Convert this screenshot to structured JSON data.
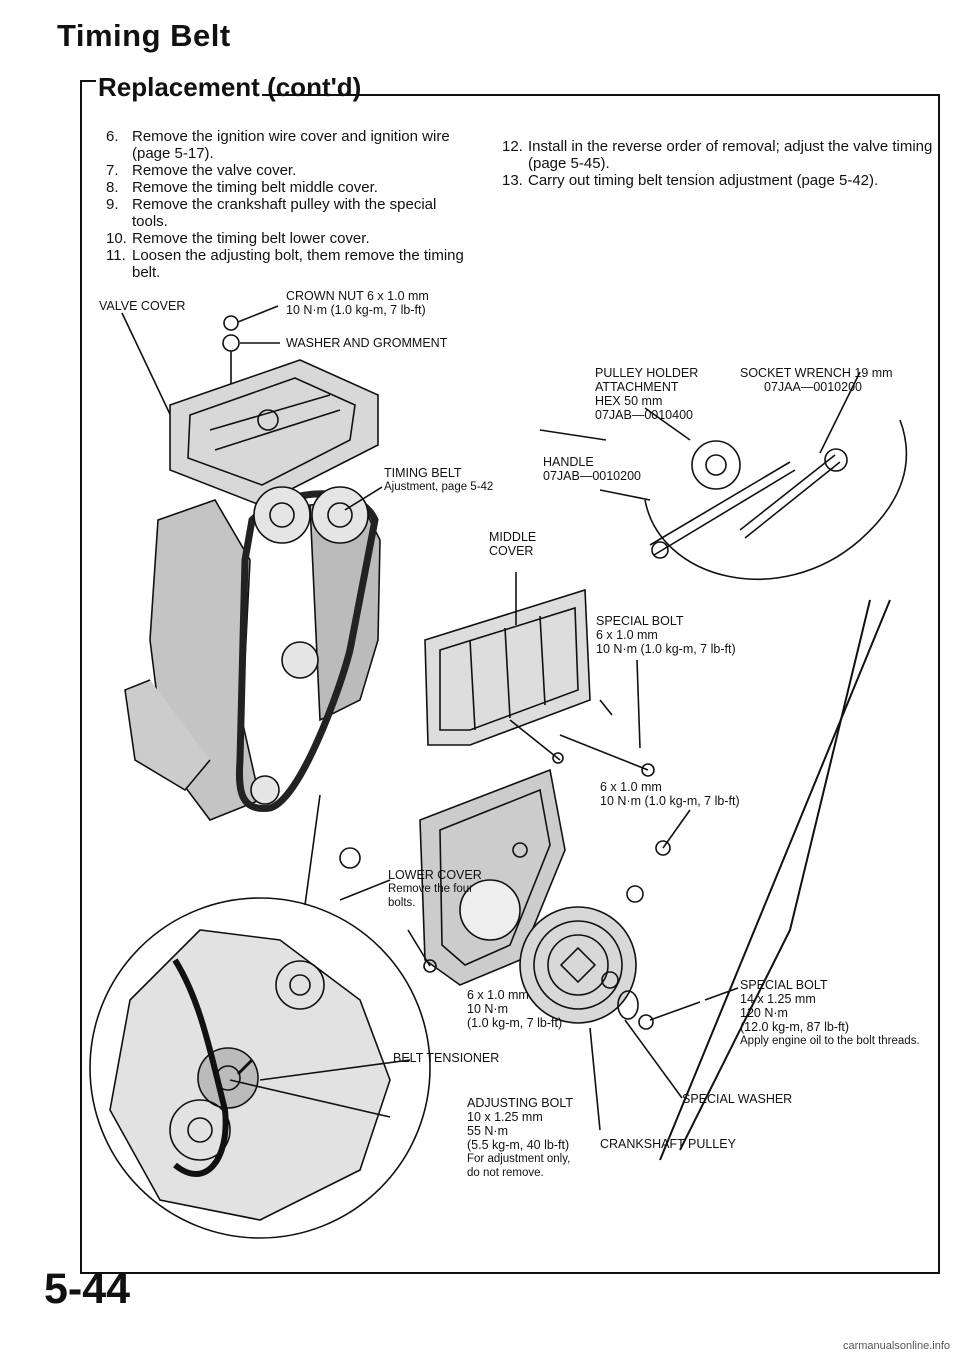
{
  "header": {
    "title": "Timing Belt",
    "subtitle": "Replacement (cont'd)"
  },
  "steps_left": [
    {
      "num": "6.",
      "text": "Remove the ignition wire cover and ignition wire (page 5-17)."
    },
    {
      "num": "7.",
      "text": "Remove the valve cover."
    },
    {
      "num": "8.",
      "text": "Remove the timing belt middle cover."
    },
    {
      "num": "9.",
      "text": "Remove the crankshaft pulley with the special tools."
    },
    {
      "num": "10.",
      "text": "Remove the timing belt lower cover."
    },
    {
      "num": "11.",
      "text": "Loosen the adjusting bolt, them remove the timing belt."
    }
  ],
  "steps_right": [
    {
      "num": "12.",
      "text": "Install in the reverse order of removal; adjust the valve timing (page 5-45)."
    },
    {
      "num": "13.",
      "text": "Carry out timing belt tension adjustment (page 5-42)."
    }
  ],
  "labels": {
    "valve_cover": "VALVE COVER",
    "crown_nut_1": "CROWN NUT 6 x 1.0 mm",
    "crown_nut_2": "10 N·m (1.0 kg-m, 7 lb-ft)",
    "washer": "WASHER AND GROMMENT",
    "pulley_holder_1": "PULLEY HOLDER",
    "pulley_holder_2": "ATTACHMENT",
    "pulley_holder_3": "HEX 50 mm",
    "pulley_holder_4": "07JAB—0010400",
    "socket_1": "SOCKET WRENCH 19 mm",
    "socket_2": "07JAA—0010200",
    "handle_1": "HANDLE",
    "handle_2": "07JAB—0010200",
    "timing_belt_1": "TIMING BELT",
    "timing_belt_2": "Ajustment, page 5-42",
    "middle_cover_1": "MIDDLE",
    "middle_cover_2": "COVER",
    "special_bolt_1_1": "SPECIAL BOLT",
    "special_bolt_1_2": "6 x 1.0 mm",
    "special_bolt_1_3": "10 N·m (1.0 kg-m, 7 lb-ft)",
    "bolt_6x1_1": "6 x 1.0 mm",
    "bolt_6x1_2": "10 N·m (1.0 kg-m, 7 lb-ft)",
    "lower_cover_1": "LOWER COVER",
    "lower_cover_2": "Remove the four",
    "lower_cover_3": "bolts.",
    "bolt_lower_1": "6 x 1.0 mm",
    "bolt_lower_2": "10 N·m",
    "bolt_lower_3": "(1.0 kg-m, 7 lb-ft)",
    "belt_tensioner": "BELT TENSIONER",
    "special_bolt_2_1": "SPECIAL BOLT",
    "special_bolt_2_2": "14 x 1.25 mm",
    "special_bolt_2_3": "120 N·m",
    "special_bolt_2_4": "(12.0 kg-m, 87 lb-ft)",
    "special_bolt_2_5": "Apply engine oil to the bolt threads.",
    "special_washer": "SPECIAL WASHER",
    "adjusting_bolt_1": "ADJUSTING BOLT",
    "adjusting_bolt_2": "10 x 1.25 mm",
    "adjusting_bolt_3": "55 N·m",
    "adjusting_bolt_4": "(5.5 kg-m, 40 lb-ft)",
    "adjusting_bolt_5": "For adjustment only,",
    "adjusting_bolt_6": "do not remove.",
    "crankshaft_pulley": "CRANKSHAFT PULLEY"
  },
  "page_number": "5-44",
  "footer": "carmanualsonline.info"
}
